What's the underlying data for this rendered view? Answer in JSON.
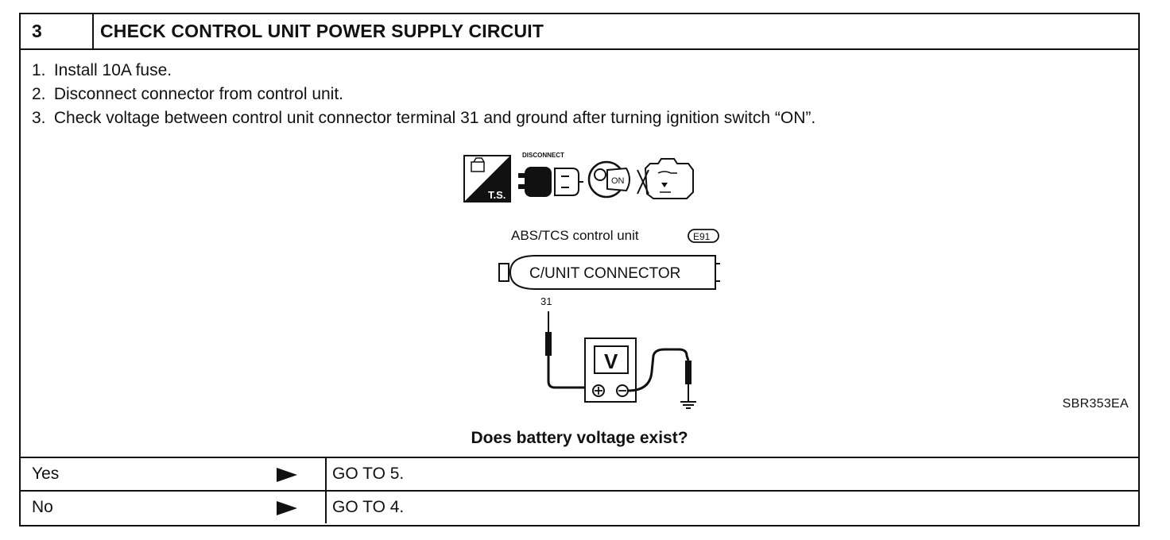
{
  "header": {
    "step_number": "3",
    "title": "CHECK CONTROL UNIT POWER SUPPLY CIRCUIT"
  },
  "steps": [
    {
      "num": "1.",
      "text": "Install 10A fuse."
    },
    {
      "num": "2.",
      "text": "Disconnect connector from control unit."
    },
    {
      "num": "3.",
      "text": "Check voltage between control unit connector terminal 31 and ground after turning ignition switch “ON”."
    }
  ],
  "diagram": {
    "icons": [
      "trouble-shooting-icon",
      "disconnect-icon",
      "ignition-on-icon",
      "engine-off-icon"
    ],
    "icon_ts_label": "T.S.",
    "icon_disconnect_label": "DISCONNECT",
    "icon_on_label": "ON",
    "unit_label": "ABS/TCS  control  unit",
    "connector_code": "E91",
    "connector_label": "C/UNIT CONNECTOR",
    "terminal": "31",
    "meter_label": "V",
    "figure_id": "SBR353EA"
  },
  "question": "Does battery voltage exist?",
  "answers": [
    {
      "label": "Yes",
      "result": "GO TO 5."
    },
    {
      "label": "No",
      "result": "GO TO 4."
    }
  ]
}
